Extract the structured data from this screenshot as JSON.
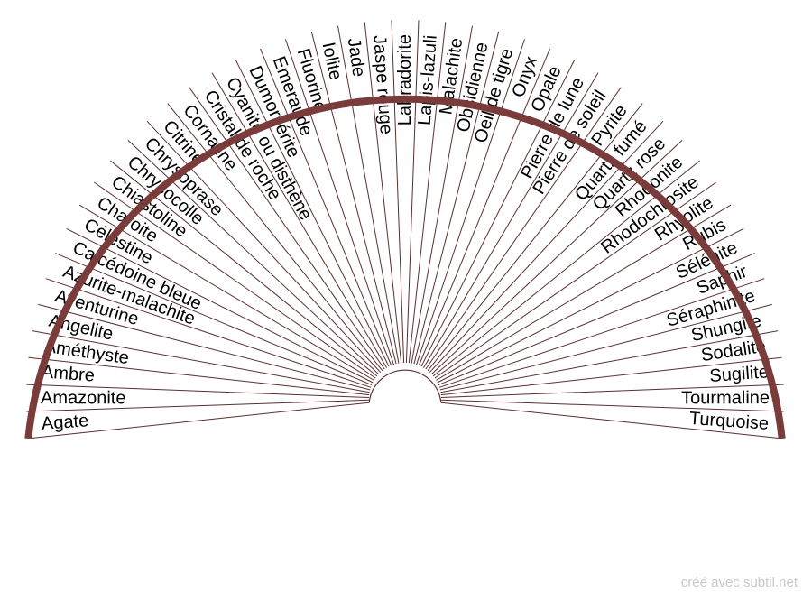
{
  "diagram": {
    "arc_color": "#7a3b3b",
    "line_color": "#5a2f2f",
    "labels": [
      "Agate",
      "Amazonite",
      "Ambre",
      "Améthyste",
      "Angelite",
      "Aventurine",
      "Azurite-malachite",
      "Calcédoine bleue",
      "Célestine",
      "Charoite",
      "Chiastoline",
      "Chrysocolle",
      "Chrysoprase",
      "Citrine",
      "Cornaline",
      "Cristal de roche",
      "Cyanite ou disthène",
      "Dumortiérite",
      "Emeraude",
      "Fluorine",
      "Iolite",
      "Jade",
      "Jaspe rouge",
      "Labradorite",
      "Lapis-lazuli",
      "Malachite",
      "Obsidienne",
      "Oeil de tigre",
      "Onyx",
      "Opale",
      "Pierre de lune",
      "Pierre de soleil",
      "Pyrite",
      "Quartz fumé",
      "Quartz rose",
      "Rhodonite",
      "Rhodochrosite",
      "Rhyolite",
      "Rubis",
      "Sélénite",
      "Saphir",
      "Séraphinite",
      "Shungite",
      "Sodalite",
      "Sugilite",
      "Tourmaline",
      "Turquoise"
    ]
  },
  "footer": {
    "credit": "créé avec subtil.net"
  }
}
